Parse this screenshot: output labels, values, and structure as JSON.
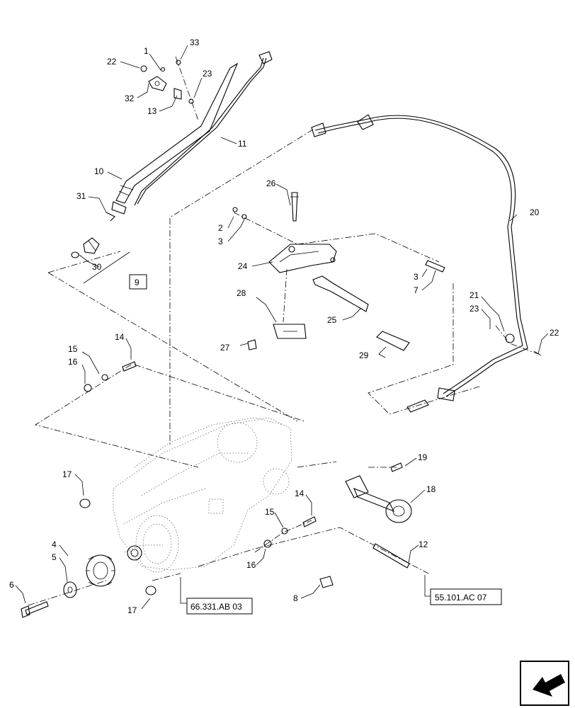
{
  "callouts": {
    "c1": "1",
    "c2": "2",
    "c3a": "3",
    "c3b": "3",
    "c4": "4",
    "c5": "5",
    "c6": "6",
    "c7": "7",
    "c8": "8",
    "c10": "10",
    "c11": "11",
    "c12": "12",
    "c13": "13",
    "c14a": "14",
    "c14b": "14",
    "c15a": "15",
    "c15b": "15",
    "c16a": "16",
    "c16b": "16",
    "c17a": "17",
    "c17b": "17",
    "c18": "18",
    "c19": "19",
    "c20": "20",
    "c21": "21",
    "c22a": "22",
    "c22b": "22",
    "c23a": "23",
    "c23b": "23",
    "c24": "24",
    "c25": "25",
    "c26": "26",
    "c27": "27",
    "c28": "28",
    "c29": "29",
    "c30": "30",
    "c31": "31",
    "c32": "32",
    "c33": "33"
  },
  "boxed_refs": {
    "ref9": "9",
    "ref_66331": "66.331.AB 03",
    "ref_55101": "55.101.AC 07"
  },
  "icons": {
    "nav_arrow": "arrow-return-icon"
  }
}
